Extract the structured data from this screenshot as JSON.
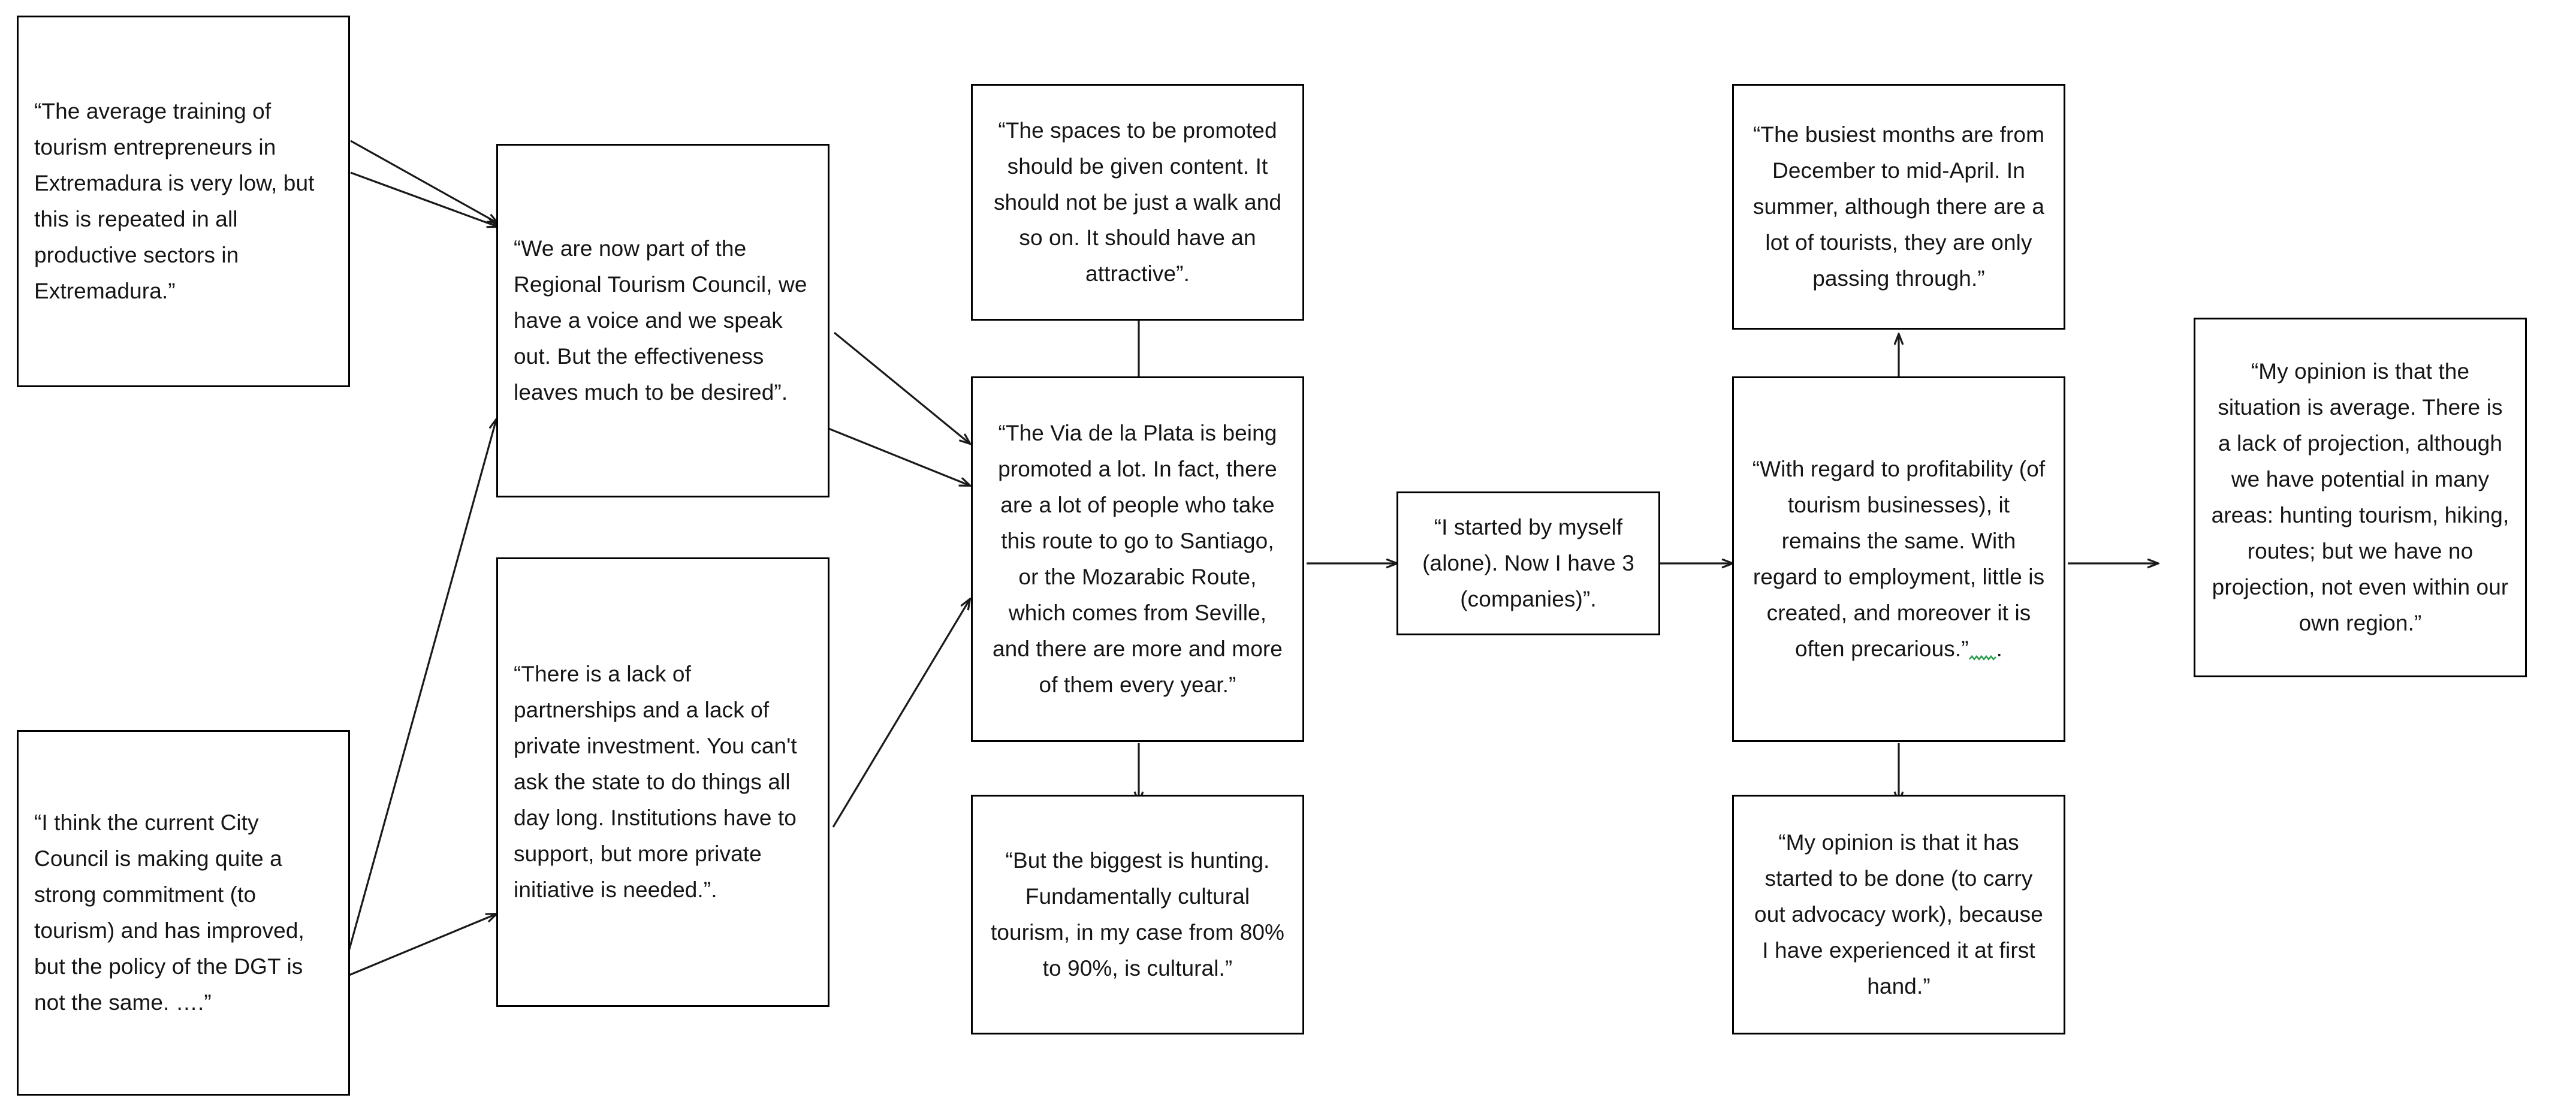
{
  "diagram": {
    "title": "Tourism stakeholder interview quotation flow diagram",
    "box_border_color": "#000000",
    "text_color": "#151515",
    "arrow_color": "#1a1a1a",
    "spellcheck_squiggle_color": "#2e9e4f",
    "background": "#ffffff"
  },
  "boxes": {
    "training": {
      "id": "training-level-quote",
      "text": "“The average training of tourism entrepreneurs  in Extremadura is very low, but this is repeated in all productive  sectors in Extremadura.”"
    },
    "city_council": {
      "id": "city-council-quote",
      "text": "“I think the current City Council  is making quite  a strong commitment  (to tourism) and has improved,  but the policy of the DGT is not the same. ….”"
    },
    "regional_council": {
      "id": "regional-tourism-council-quote",
      "text": "“We are now part of the Regional Tourism Council, we have a voice and we speak out. But the effectiveness  leaves much to be desired”."
    },
    "partnerships": {
      "id": "lack-of-partnerships-quote",
      "text": "“There is a lack of partnerships and a lack of private investment. You can't ask the state to do things all day long. Institutions have to support, but more private initiative  is needed.”."
    },
    "spaces_promoted": {
      "id": "spaces-to-be-promoted-quote",
      "text": "“The spaces to be promoted should be given content. It should not be just a walk and so on. It should have an attractive”."
    },
    "via_de_la_plata": {
      "id": "via-de-la-plata-quote",
      "text": "“The Via de  la Plata is being promoted a lot.  In fact, there are a lot of people who take this route to go to Santiago, or the Mozarabic Route, which comes from Seville, and there are more and more of them every year.”"
    },
    "hunting": {
      "id": "hunting-cultural-tourism-quote",
      "text": "“But the biggest is hunting. Fundamentally cultural tourism, in my case from 80% to 90%, is cultural.”"
    },
    "started_alone": {
      "id": "started-alone-companies-quote",
      "text": "“I started by myself (alone). Now I have 3 (companies)”."
    },
    "busiest_months": {
      "id": "busiest-months-quote",
      "text": "“The busiest months are from December to mid-April. In summer, although there are a lot of tourists, they are only passing through.”"
    },
    "profitability": {
      "id": "profitability-employment-quote",
      "text_before_squiggle": "“With regard to profitability  (of tourism businesses), it remains the same. With regard to employment,  little is created, and moreover it is often precarious.”",
      "trailing_mark": "."
    },
    "advocacy": {
      "id": "advocacy-work-quote",
      "text": "“My opinion  is that it has started to be done (to carry out advocacy work), because I have experienced  it at first hand.”"
    },
    "situation_average": {
      "id": "situation-average-quote",
      "text": "“My opinion  is that the situation is average.  There is a lack of projection,  although we have potential in many areas: hunting tourism, hiking, routes; but we have no projection, not even within our own region.”"
    }
  },
  "connections": [
    {
      "name": "training-to-regional-council-upper",
      "from": "training",
      "to": "regional_council"
    },
    {
      "name": "training-to-regional-council-lower",
      "from": "training",
      "to": "regional_council"
    },
    {
      "name": "city-council-to-regional-council",
      "from": "city_council",
      "to": "regional_council"
    },
    {
      "name": "city-council-to-partnerships",
      "from": "city_council",
      "to": "partnerships"
    },
    {
      "name": "regional-council-to-via-upper",
      "from": "regional_council",
      "to": "via_de_la_plata"
    },
    {
      "name": "regional-council-to-via-lower",
      "from": "regional_council",
      "to": "via_de_la_plata"
    },
    {
      "name": "partnerships-to-via",
      "from": "partnerships",
      "to": "via_de_la_plata"
    },
    {
      "name": "via-to-spaces-promoted",
      "from": "via_de_la_plata",
      "to": "spaces_promoted"
    },
    {
      "name": "via-to-hunting",
      "from": "via_de_la_plata",
      "to": "hunting"
    },
    {
      "name": "via-to-started-alone",
      "from": "via_de_la_plata",
      "to": "started_alone"
    },
    {
      "name": "started-alone-to-profitability",
      "from": "started_alone",
      "to": "profitability"
    },
    {
      "name": "profitability-to-busiest-months",
      "from": "profitability",
      "to": "busiest_months"
    },
    {
      "name": "profitability-to-advocacy",
      "from": "profitability",
      "to": "advocacy"
    },
    {
      "name": "profitability-to-situation-average",
      "from": "profitability",
      "to": "situation_average"
    }
  ]
}
